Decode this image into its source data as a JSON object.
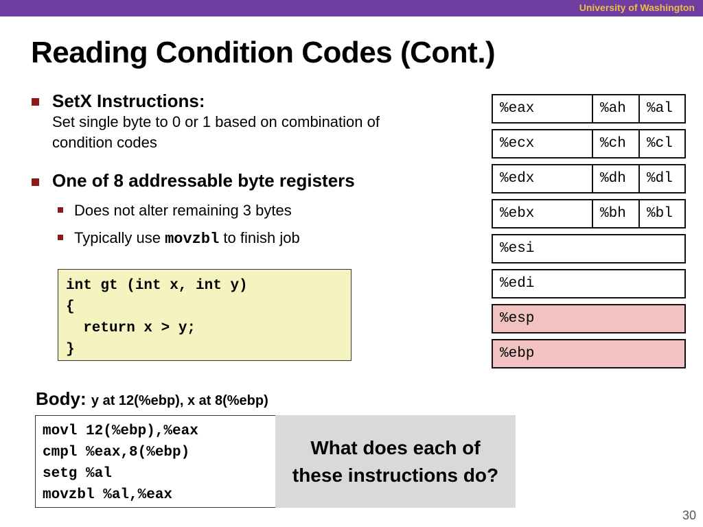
{
  "header": {
    "university": "University of Washington"
  },
  "slide": {
    "title": "Reading Condition Codes (Cont.)",
    "bullet1": {
      "heading": "SetX Instructions:",
      "line1": "Set single byte to 0 or 1 based on combination of",
      "line2": "condition codes"
    },
    "bullet2": {
      "heading": "One of 8 addressable byte registers"
    },
    "sub1": "Does not alter remaining 3 bytes",
    "sub2_pre": "Typically use ",
    "sub2_code": "movzbl",
    "sub2_post": " to finish job",
    "c_code": [
      "int gt (int x, int y)",
      "{",
      "  return x > y;",
      "}"
    ],
    "body_label": "Body:",
    "body_note": "y at 12(%ebp), x at 8(%ebp)",
    "asm": [
      "movl 12(%ebp),%eax",
      "cmpl %eax,8(%ebp)",
      "setg %al",
      "movzbl %al,%eax"
    ],
    "question_line1": "What does each of",
    "question_line2": "these instructions do?",
    "page_number": "30"
  },
  "registers": [
    {
      "name": "%eax",
      "high": "%ah",
      "low": "%al"
    },
    {
      "name": "%ecx",
      "high": "%ch",
      "low": "%cl"
    },
    {
      "name": "%edx",
      "high": "%dh",
      "low": "%dl"
    },
    {
      "name": "%ebx",
      "high": "%bh",
      "low": "%bl"
    },
    {
      "name": "%esi"
    },
    {
      "name": "%edi"
    },
    {
      "name": "%esp"
    },
    {
      "name": "%ebp"
    }
  ],
  "colors": {
    "topbar": "#6f3ca0",
    "university": "#e8c04a",
    "bullet": "#8b1a1a",
    "code_bg": "#f5f4c0",
    "stack_reg_bg": "#f2c2c2",
    "question_bg": "#d9d9d9"
  }
}
